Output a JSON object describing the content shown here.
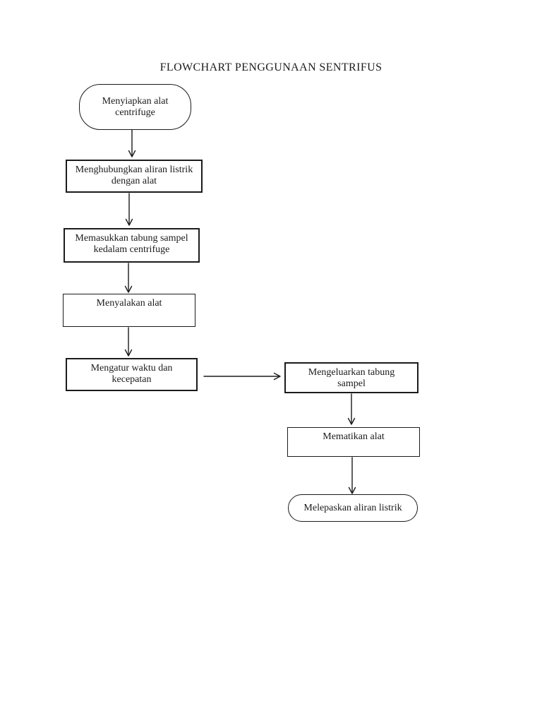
{
  "page": {
    "background_color": "#ffffff",
    "ink_color": "#1b1b1b"
  },
  "title": "FLOWCHART PENGGUNAAN SENTRIFUS",
  "flowchart": {
    "type": "flowchart",
    "nodes": [
      {
        "id": "start",
        "shape": "terminator",
        "label": "Menyiapkan alat centrifuge",
        "line1": "Menyiapkan alat",
        "line2": "centrifuge"
      },
      {
        "id": "connect-power",
        "shape": "process",
        "label": "Menghubungkan aliran listrik dengan alat",
        "line1": "Menghubungkan aliran listrik",
        "line2": "dengan alat"
      },
      {
        "id": "insert-tubes",
        "shape": "process",
        "label": "Memasukkan tabung sampel kedalam centrifuge",
        "line1": "Memasukkan tabung sampel",
        "line2": "kedalam centrifuge"
      },
      {
        "id": "turn-on",
        "shape": "process",
        "label": "Menyalakan alat",
        "line1": "Menyalakan alat"
      },
      {
        "id": "set-time-speed",
        "shape": "process",
        "label": "Mengatur waktu dan kecepatan",
        "line1": "Mengatur waktu dan",
        "line2": "kecepatan"
      },
      {
        "id": "remove-tubes",
        "shape": "process",
        "label": "Mengeluarkan tabung sampel",
        "line1": "Mengeluarkan tabung",
        "line2": "sampel"
      },
      {
        "id": "turn-off",
        "shape": "process",
        "label": "Mematikan alat",
        "line1": "Mematikan alat"
      },
      {
        "id": "disconnect-power",
        "shape": "terminator",
        "label": "Melepaskan aliran listrik",
        "line1": "Melepaskan aliran listrik"
      }
    ],
    "edges": [
      {
        "from": "start",
        "to": "connect-power",
        "direction": "down"
      },
      {
        "from": "connect-power",
        "to": "insert-tubes",
        "direction": "down"
      },
      {
        "from": "insert-tubes",
        "to": "turn-on",
        "direction": "down"
      },
      {
        "from": "turn-on",
        "to": "set-time-speed",
        "direction": "down"
      },
      {
        "from": "set-time-speed",
        "to": "remove-tubes",
        "direction": "right"
      },
      {
        "from": "remove-tubes",
        "to": "turn-off",
        "direction": "down"
      },
      {
        "from": "turn-off",
        "to": "disconnect-power",
        "direction": "down"
      }
    ]
  }
}
